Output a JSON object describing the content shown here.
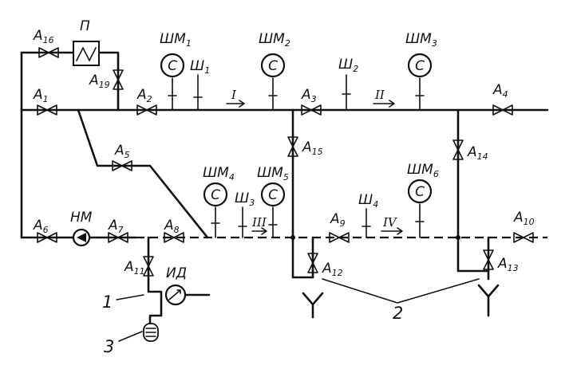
{
  "labels": {
    "A1": {
      "main": "A",
      "sub": "1"
    },
    "A2": {
      "main": "A",
      "sub": "2"
    },
    "A3": {
      "main": "A",
      "sub": "3"
    },
    "A4": {
      "main": "A",
      "sub": "4"
    },
    "A5": {
      "main": "A",
      "sub": "5"
    },
    "A6": {
      "main": "A",
      "sub": "6"
    },
    "A7": {
      "main": "A",
      "sub": "7"
    },
    "A8": {
      "main": "A",
      "sub": "8"
    },
    "A9": {
      "main": "A",
      "sub": "9"
    },
    "A10": {
      "main": "A",
      "sub": "10"
    },
    "A11": {
      "main": "A",
      "sub": "11"
    },
    "A12": {
      "main": "A",
      "sub": "12"
    },
    "A13": {
      "main": "A",
      "sub": "13"
    },
    "A14": {
      "main": "A",
      "sub": "14"
    },
    "A15": {
      "main": "A",
      "sub": "15"
    },
    "A16": {
      "main": "A",
      "sub": "16"
    },
    "A19": {
      "main": "A",
      "sub": "19"
    },
    "SHM1": {
      "main": "ШМ",
      "sub": "1"
    },
    "SHM2": {
      "main": "ШМ",
      "sub": "2"
    },
    "SHM3": {
      "main": "ШМ",
      "sub": "3"
    },
    "SHM4": {
      "main": "ШМ",
      "sub": "4"
    },
    "SHM5": {
      "main": "ШМ",
      "sub": "5"
    },
    "SHM6": {
      "main": "ШМ",
      "sub": "6"
    },
    "SH1": {
      "main": "Ш",
      "sub": "1"
    },
    "SH2": {
      "main": "Ш",
      "sub": "2"
    },
    "SH3": {
      "main": "Ш",
      "sub": "3"
    },
    "SH4": {
      "main": "Ш",
      "sub": "4"
    },
    "P": "П",
    "NM": "НМ",
    "ID": "ИД",
    "gauge_symbol": "C",
    "sections": {
      "I": "I",
      "II": "II",
      "III": "III",
      "IV": "IV"
    },
    "callouts": {
      "n1": "1",
      "n2": "2",
      "n3": "3"
    }
  }
}
